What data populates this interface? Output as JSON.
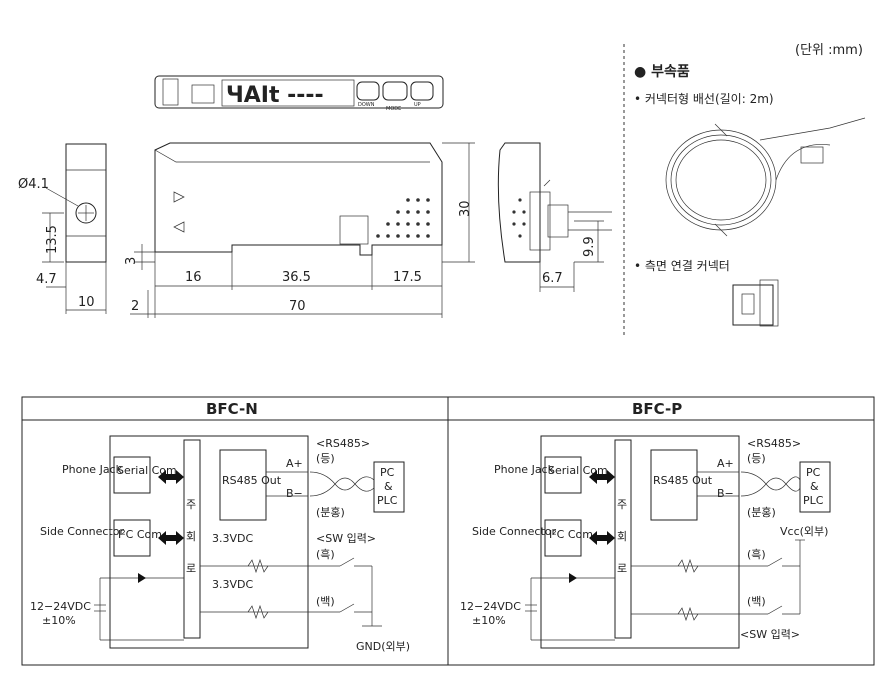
{
  "unit_note": "(단위 :mm)",
  "accessories": {
    "heading": "● 부속품",
    "cable": "• 커넥터형 배선(길이: 2m)",
    "side_connector": "• 측면 연결 커넥터"
  },
  "display_text": "ЧAIt ----",
  "buttons": {
    "down": "DOWN",
    "mode": "MODE",
    "up": "UP"
  },
  "dimensions": {
    "hole": "Ø4.1",
    "h135": "13.5",
    "w47": "4.7",
    "w10": "10",
    "h3": "3",
    "d16": "16",
    "d365": "36.5",
    "d175": "17.5",
    "d2": "2",
    "d70": "70",
    "d30": "30",
    "d99": "9.9",
    "d67": "6.7"
  },
  "circuits": [
    {
      "title": "BFC-N",
      "phone_jack": "Phone Jack",
      "serial_com": "Serial Com",
      "side_connector": "Side Connector",
      "i2c": "I²C Com",
      "main_circuit": [
        "주",
        "회",
        "로"
      ],
      "rs485_out": "RS485 Out",
      "rs485_tag": "<RS485>",
      "a_plus": "A+",
      "b_minus": "B−",
      "orange": "(등)",
      "pink": "(분홍)",
      "pc_plc": [
        "PC",
        "&",
        "PLC"
      ],
      "sw_input": "<SW 입력>",
      "vdc1": "3.3VDC",
      "vdc2": "3.3VDC",
      "black": "(흑)",
      "white": "(백)",
      "supply": "12−24VDC",
      "tolerance": "±10%",
      "gnd": "GND(외부)"
    },
    {
      "title": "BFC-P",
      "phone_jack": "Phone Jack",
      "serial_com": "Serial Com",
      "side_connector": "Side Connector",
      "i2c": "I²C Com",
      "main_circuit": [
        "주",
        "회",
        "로"
      ],
      "rs485_out": "RS485 Out",
      "rs485_tag": "<RS485>",
      "a_plus": "A+",
      "b_minus": "B−",
      "orange": "(등)",
      "pink": "(분홍)",
      "pc_plc": [
        "PC",
        "&",
        "PLC"
      ],
      "vcc": "Vcc(외부)",
      "black": "(흑)",
      "white": "(백)",
      "supply": "12−24VDC",
      "tolerance": "±10%",
      "sw_input": "<SW 입력>"
    }
  ]
}
